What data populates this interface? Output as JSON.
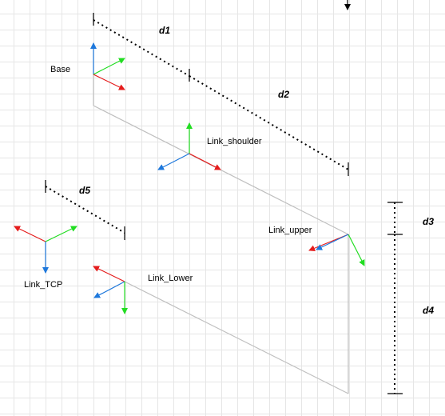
{
  "colors": {
    "x_axis": "#e51c1c",
    "y_axis": "#22dd22",
    "z_axis": "#1e78dc",
    "link_line": "#bfbfbf",
    "dimension": "#000000",
    "grid": "#e6e6e6"
  },
  "frames": {
    "base": "Base",
    "link_shoulder": "Link_shoulder",
    "link_upper": "Link_upper",
    "link_lower": "Link_Lower",
    "link_tcp": "Link_TCP"
  },
  "dimensions": {
    "d1": "d1",
    "d2": "d2",
    "d3": "d3",
    "d4": "d4",
    "d5": "d5"
  }
}
